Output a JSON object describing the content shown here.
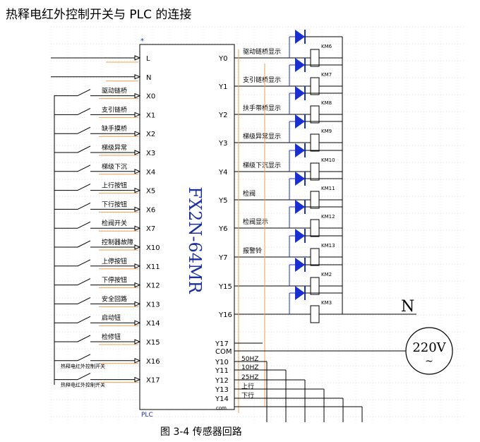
{
  "title": "热释电红外控制开关与 PLC 的连接",
  "caption": "图 3-4 传感器回路",
  "plc": {
    "model": "FX2N-64MR",
    "label": "PLC",
    "inputs": [
      "L",
      "N",
      "X0",
      "X1",
      "X2",
      "X3",
      "X4",
      "X5",
      "X6",
      "X7",
      "X10",
      "X11",
      "X12",
      "X13",
      "X14",
      "X15",
      "X16",
      "X17"
    ],
    "input_labels": [
      "",
      "",
      "驱动链桥",
      "支引链桥",
      "缺手摸桥",
      "梯级异常",
      "梯级下沉",
      "上行按钮",
      "下行按钮",
      "检阀开关",
      "控制器故障",
      "上停按钮",
      "下停按钮",
      "安全回路",
      "启动钮",
      "检修钮",
      "热释电红外控制开关",
      "热释电红外控制开关"
    ],
    "outputs": [
      "Y0",
      "Y1",
      "Y2",
      "Y3",
      "Y4",
      "Y5",
      "Y6",
      "Y7",
      "Y15",
      "Y16"
    ],
    "output_labels": [
      "驱动链桥显示",
      "支引链桥显示",
      "扶手带桥显示",
      "梯级异常显示",
      "梯级下沉显示",
      "检阀",
      "检阀显示",
      "报警铃",
      "",
      ""
    ],
    "relays": [
      "KM6",
      "KM7",
      "KM8",
      "KM9",
      "KM10",
      "KM11",
      "KM12",
      "KM13",
      "KM2",
      "KM3"
    ],
    "bottom_pins": [
      "Y17",
      "COM",
      "Y10",
      "Y11",
      "Y12",
      "Y13",
      "Y14",
      "com"
    ],
    "bottom_labels": [
      "",
      "",
      "50HZ",
      "10HZ",
      "25HZ",
      "上行",
      "下行",
      ""
    ]
  },
  "supply_label": "N",
  "source_voltage": "220V",
  "source_symbol": "~",
  "colors": {
    "diode": "#1a2fd0",
    "line": "#000000",
    "orange": "#f0a050",
    "blue_text": "#1a2fa0"
  }
}
